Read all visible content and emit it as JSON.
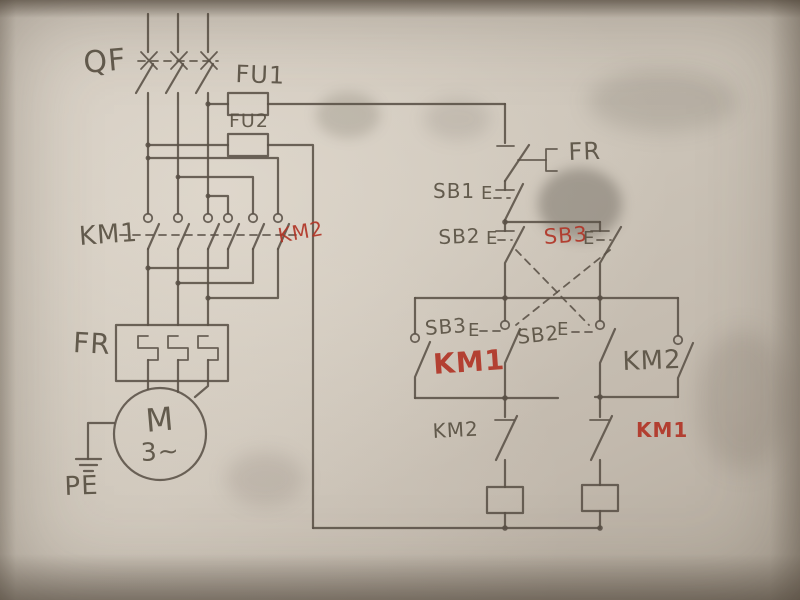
{
  "colors": {
    "pencil": "#5a5147",
    "red_pen": "#b13527",
    "paper": "#cbc3b7"
  },
  "diagram_type": "hand-drawn motor reversing control schematic",
  "power_circuit": {
    "breaker_label": "QF",
    "fuse1_label": "FU1",
    "fuse2_label": "FU2",
    "km1_contacts_label": "KM1",
    "km2_contacts_label": "KM2",
    "thermal_relay_label": "FR",
    "motor_label": "M",
    "motor_phase_label": "3~",
    "earth_label": "PE"
  },
  "control_circuit": {
    "fr_contact_label": "FR",
    "stop_button_label": "SB1",
    "sb2_nc_label": "SB2",
    "sb3_nc_label": "SB3",
    "sb3_no_label": "SB3",
    "sb2_no_label": "SB2",
    "km1_selfhold_label": "KM1",
    "km2_selfhold_label": "KM2",
    "km2_interlock_label": "KM2",
    "km1_interlock_label": "KM1",
    "button_actuator": "E"
  }
}
